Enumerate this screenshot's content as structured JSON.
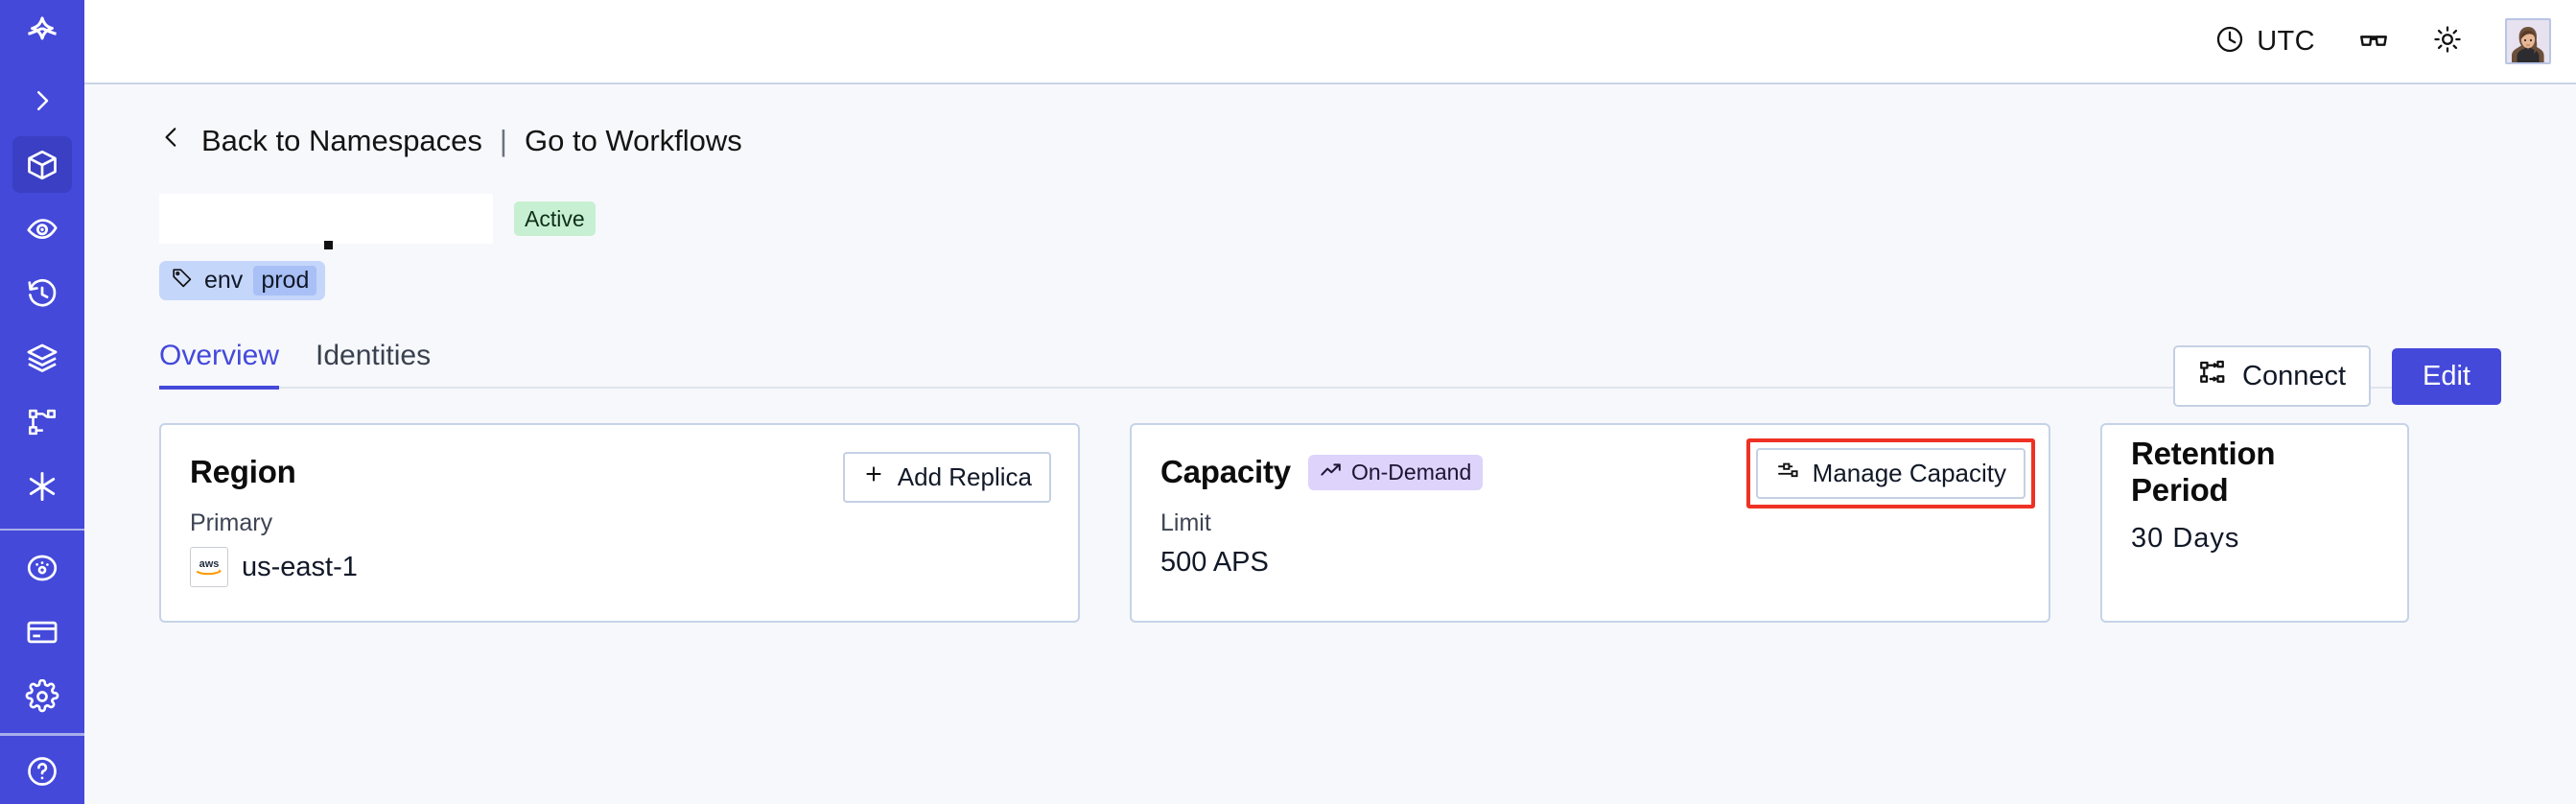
{
  "sidebar": {
    "logo_icon": "temporal-logo-icon",
    "items": [
      {
        "name": "expand-sidebar",
        "icon": "chevron-right-icon",
        "active": false
      },
      {
        "name": "namespaces",
        "icon": "cube-icon",
        "active": true
      },
      {
        "name": "observability",
        "icon": "eye-icon",
        "active": false
      },
      {
        "name": "schedules",
        "icon": "history-clock-icon",
        "active": false
      },
      {
        "name": "layers",
        "icon": "layers-icon",
        "active": false
      },
      {
        "name": "workflows",
        "icon": "workflow-nodes-icon",
        "active": false
      },
      {
        "name": "nexus",
        "icon": "asterisk-icon",
        "active": false
      },
      {
        "name": "usage",
        "icon": "palette-gauge-icon",
        "active": false
      },
      {
        "name": "billing",
        "icon": "credit-card-icon",
        "active": false
      },
      {
        "name": "settings",
        "icon": "gear-icon",
        "active": false
      }
    ]
  },
  "topbar": {
    "timezone_label": "UTC",
    "clock_icon": "clock-icon",
    "reading_icon": "glasses-icon",
    "theme_icon": "sun-icon",
    "avatar_name": "user-avatar"
  },
  "breadcrumb": {
    "back_icon": "chevron-left-icon",
    "back_label": "Back to Namespaces",
    "separator": "|",
    "forward_label": "Go to Workflows"
  },
  "header": {
    "namespace_title": "",
    "status_badge": "Active",
    "tag_icon": "tag-icon",
    "tag_key": "env",
    "tag_value": "prod",
    "connect_label": "Connect",
    "connect_icon": "connection-diagram-icon",
    "edit_label": "Edit"
  },
  "tabs": [
    {
      "label": "Overview",
      "active": true
    },
    {
      "label": "Identities",
      "active": false
    }
  ],
  "cards": {
    "region": {
      "title": "Region",
      "action_label": "Add Replica",
      "action_icon": "plus-icon",
      "sub_label": "Primary",
      "provider_icon": "aws-logo-icon",
      "provider_text": "aws",
      "value": "us-east-1"
    },
    "capacity": {
      "title": "Capacity",
      "badge_label": "On-Demand",
      "badge_icon": "trending-up-icon",
      "action_label": "Manage Capacity",
      "action_icon": "sliders-icon",
      "sub_label": "Limit",
      "value": "500 APS",
      "annotation": "red-highlight-box"
    },
    "retention": {
      "title": "Retention Period",
      "value": "30 Days"
    }
  },
  "colors": {
    "brand_indigo": "#4449da",
    "sidebar_active": "#3a3fc4",
    "status_green": "#c7f0d2",
    "badge_purple": "#ddd3fb",
    "tag_blue": "#c5d6fb",
    "annotation_red": "#ee3124",
    "page_bg": "#f7f8fb",
    "card_border": "#c5d3e8"
  }
}
